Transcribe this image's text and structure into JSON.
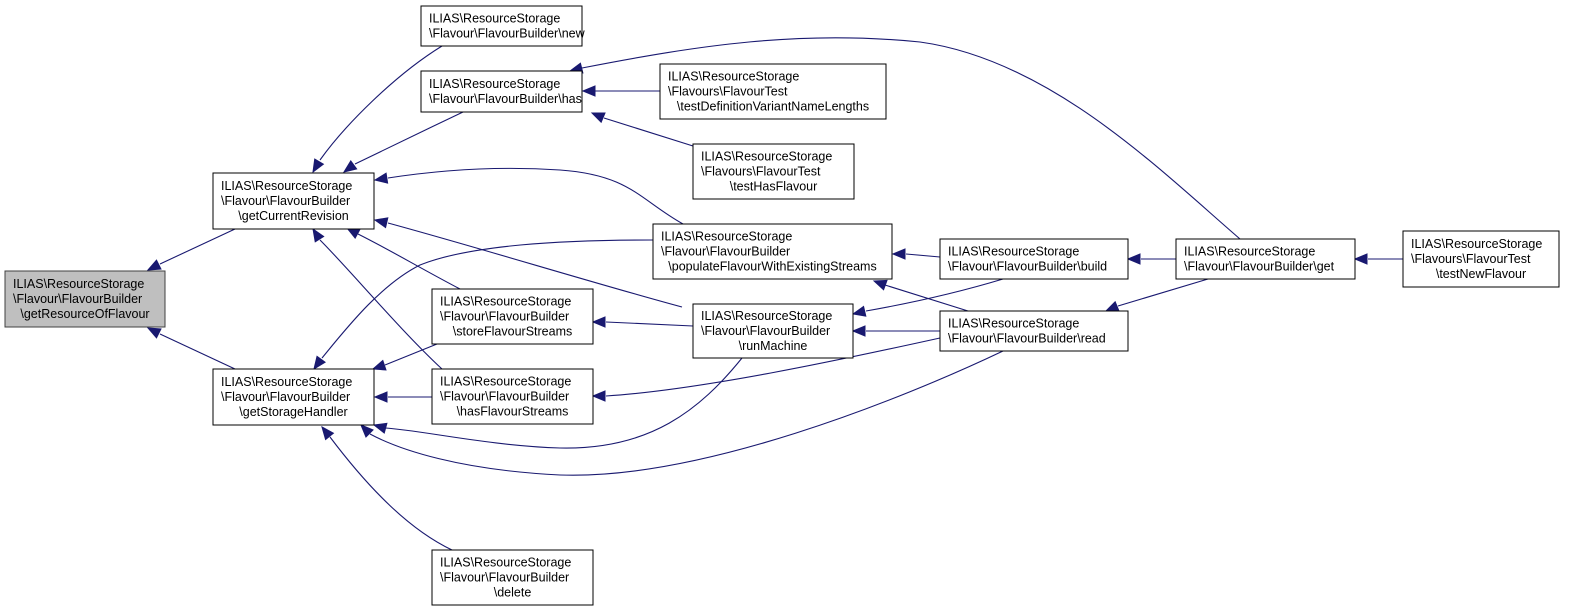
{
  "diagram": {
    "type": "doxygen-caller-graph",
    "edge_color": "#191970",
    "root_fill": "#bfbfbf",
    "nodes": [
      {
        "id": "getResourceOfFlavour",
        "root": true,
        "lines": [
          "ILIAS\\ResourceStorage",
          "\\Flavour\\FlavourBuilder",
          "\\getResourceOfFlavour"
        ]
      },
      {
        "id": "getCurrentRevision",
        "lines": [
          "ILIAS\\ResourceStorage",
          "\\Flavour\\FlavourBuilder",
          "\\getCurrentRevision"
        ]
      },
      {
        "id": "getStorageHandler",
        "lines": [
          "ILIAS\\ResourceStorage",
          "\\Flavour\\FlavourBuilder",
          "\\getStorageHandler"
        ]
      },
      {
        "id": "new",
        "lines": [
          "ILIAS\\ResourceStorage",
          "\\Flavour\\FlavourBuilder\\new"
        ]
      },
      {
        "id": "has",
        "lines": [
          "ILIAS\\ResourceStorage",
          "\\Flavour\\FlavourBuilder\\has"
        ]
      },
      {
        "id": "storeFlavourStreams",
        "lines": [
          "ILIAS\\ResourceStorage",
          "\\Flavour\\FlavourBuilder",
          "\\storeFlavourStreams"
        ]
      },
      {
        "id": "hasFlavourStreams",
        "lines": [
          "ILIAS\\ResourceStorage",
          "\\Flavour\\FlavourBuilder",
          "\\hasFlavourStreams"
        ]
      },
      {
        "id": "delete",
        "lines": [
          "ILIAS\\ResourceStorage",
          "\\Flavour\\FlavourBuilder",
          "\\delete"
        ]
      },
      {
        "id": "testDefinitionVariantNameLengths",
        "lines": [
          "ILIAS\\ResourceStorage",
          "\\Flavours\\FlavourTest",
          "\\testDefinitionVariantNameLengths"
        ]
      },
      {
        "id": "testHasFlavour",
        "lines": [
          "ILIAS\\ResourceStorage",
          "\\Flavours\\FlavourTest",
          "\\testHasFlavour"
        ]
      },
      {
        "id": "populateFlavourWithExistingStreams",
        "lines": [
          "ILIAS\\ResourceStorage",
          "\\Flavour\\FlavourBuilder",
          "\\populateFlavourWithExistingStreams"
        ]
      },
      {
        "id": "runMachine",
        "lines": [
          "ILIAS\\ResourceStorage",
          "\\Flavour\\FlavourBuilder",
          "\\runMachine"
        ]
      },
      {
        "id": "build",
        "lines": [
          "ILIAS\\ResourceStorage",
          "\\Flavour\\FlavourBuilder\\build"
        ]
      },
      {
        "id": "read",
        "lines": [
          "ILIAS\\ResourceStorage",
          "\\Flavour\\FlavourBuilder\\read"
        ]
      },
      {
        "id": "get",
        "lines": [
          "ILIAS\\ResourceStorage",
          "\\Flavour\\FlavourBuilder\\get"
        ]
      },
      {
        "id": "testNewFlavour",
        "lines": [
          "ILIAS\\ResourceStorage",
          "\\Flavours\\FlavourTest",
          "\\testNewFlavour"
        ]
      }
    ],
    "edges": [
      {
        "from": "getCurrentRevision",
        "to": "getResourceOfFlavour"
      },
      {
        "from": "getStorageHandler",
        "to": "getResourceOfFlavour"
      },
      {
        "from": "new",
        "to": "getCurrentRevision"
      },
      {
        "from": "has",
        "to": "getCurrentRevision"
      },
      {
        "from": "populateFlavourWithExistingStreams",
        "to": "getCurrentRevision"
      },
      {
        "from": "runMachine",
        "to": "getCurrentRevision"
      },
      {
        "from": "storeFlavourStreams",
        "to": "getCurrentRevision"
      },
      {
        "from": "hasFlavourStreams",
        "to": "getCurrentRevision"
      },
      {
        "from": "populateFlavourWithExistingStreams",
        "to": "getStorageHandler"
      },
      {
        "from": "storeFlavourStreams",
        "to": "getStorageHandler"
      },
      {
        "from": "hasFlavourStreams",
        "to": "getStorageHandler"
      },
      {
        "from": "runMachine",
        "to": "getStorageHandler"
      },
      {
        "from": "read",
        "to": "getStorageHandler"
      },
      {
        "from": "delete",
        "to": "getStorageHandler"
      },
      {
        "from": "testDefinitionVariantNameLengths",
        "to": "has"
      },
      {
        "from": "testHasFlavour",
        "to": "has"
      },
      {
        "from": "get",
        "to": "has"
      },
      {
        "from": "runMachine",
        "to": "storeFlavourStreams"
      },
      {
        "from": "read",
        "to": "hasFlavourStreams"
      },
      {
        "from": "build",
        "to": "populateFlavourWithExistingStreams"
      },
      {
        "from": "read",
        "to": "populateFlavourWithExistingStreams"
      },
      {
        "from": "build",
        "to": "runMachine"
      },
      {
        "from": "read",
        "to": "runMachine"
      },
      {
        "from": "get",
        "to": "build"
      },
      {
        "from": "get",
        "to": "read"
      },
      {
        "from": "testNewFlavour",
        "to": "get"
      }
    ]
  }
}
